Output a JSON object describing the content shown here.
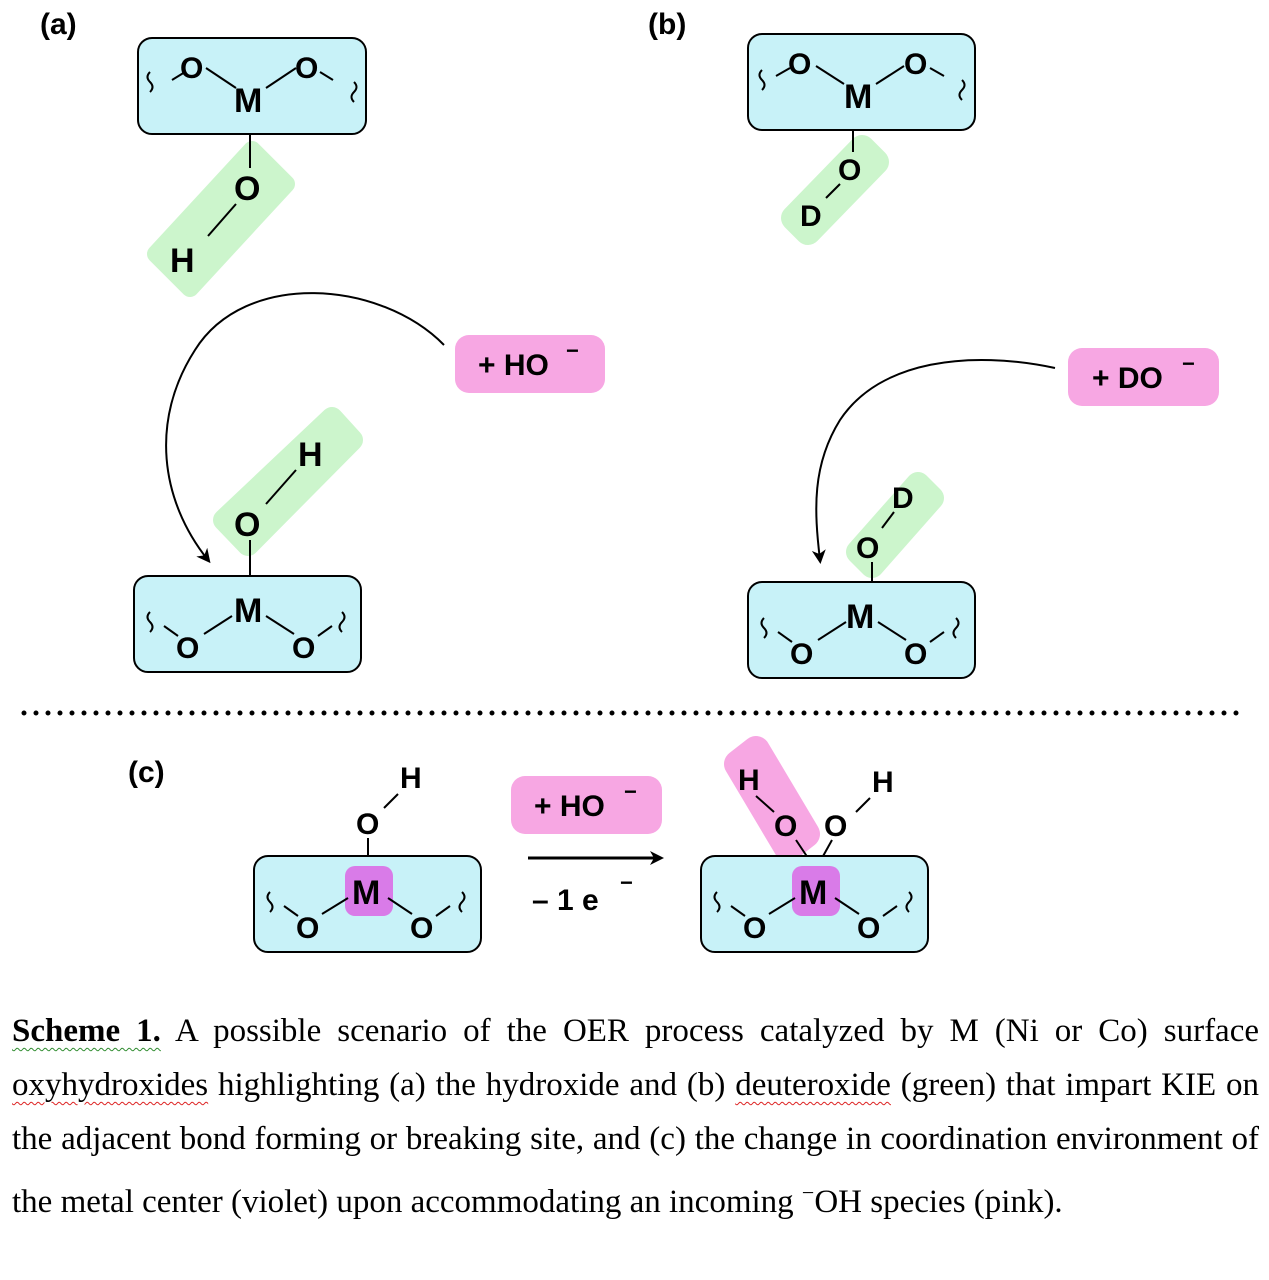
{
  "panels": {
    "a": {
      "label": "(a)",
      "top": {
        "metal": "M",
        "oxygen": "O",
        "ligand_O": "O",
        "ligand_H": "H"
      },
      "reagent": "+ HO",
      "reagent_charge": "−",
      "bottom": {
        "metal": "M",
        "oxygen": "O",
        "ligand_O": "O",
        "ligand_H": "H"
      }
    },
    "b": {
      "label": "(b)",
      "top": {
        "metal": "M",
        "oxygen": "O",
        "ligand_O": "O",
        "ligand_D": "D"
      },
      "reagent": "+ DO",
      "reagent_charge": "−",
      "bottom": {
        "metal": "M",
        "oxygen": "O",
        "ligand_O": "O",
        "ligand_D": "D"
      }
    },
    "c": {
      "label": "(c)",
      "left": {
        "metal": "M",
        "oxygen": "O",
        "ligand_O": "O",
        "ligand_H": "H"
      },
      "reagent": "+ HO",
      "reagent_charge": "−",
      "electron": "– 1 e",
      "electron_charge": "−",
      "right": {
        "metal": "M",
        "oxygen": "O",
        "ligand_O": "O",
        "ligand_H": "H"
      }
    }
  },
  "caption": {
    "prefix": "Scheme 1.",
    "text_1": " A possible scenario of the OER process catalyzed by M (Ni or Co) surface ",
    "word_oxyhydroxides": "oxyhydroxides",
    "text_2": " highlighting (a) the hydroxide and (b) ",
    "word_deuteroxide": "deuteroxide",
    "text_3": " (green) that impart KIE on the adjacent bond forming or breaking site, and (c) the change in coordination environment of the metal center (violet) upon accommodating an incoming ",
    "minus_superscript": "−",
    "text_4": "OH species (pink)."
  },
  "colors": {
    "surface_box": "#c8f2f8",
    "green_highlight": "#ccf5cc",
    "pink_highlight": "#f7a7e3",
    "violet_highlight": "#d97be8"
  },
  "icons": {
    "wavy_bond": "wavy-bond-icon",
    "arrow": "arrow-icon"
  }
}
